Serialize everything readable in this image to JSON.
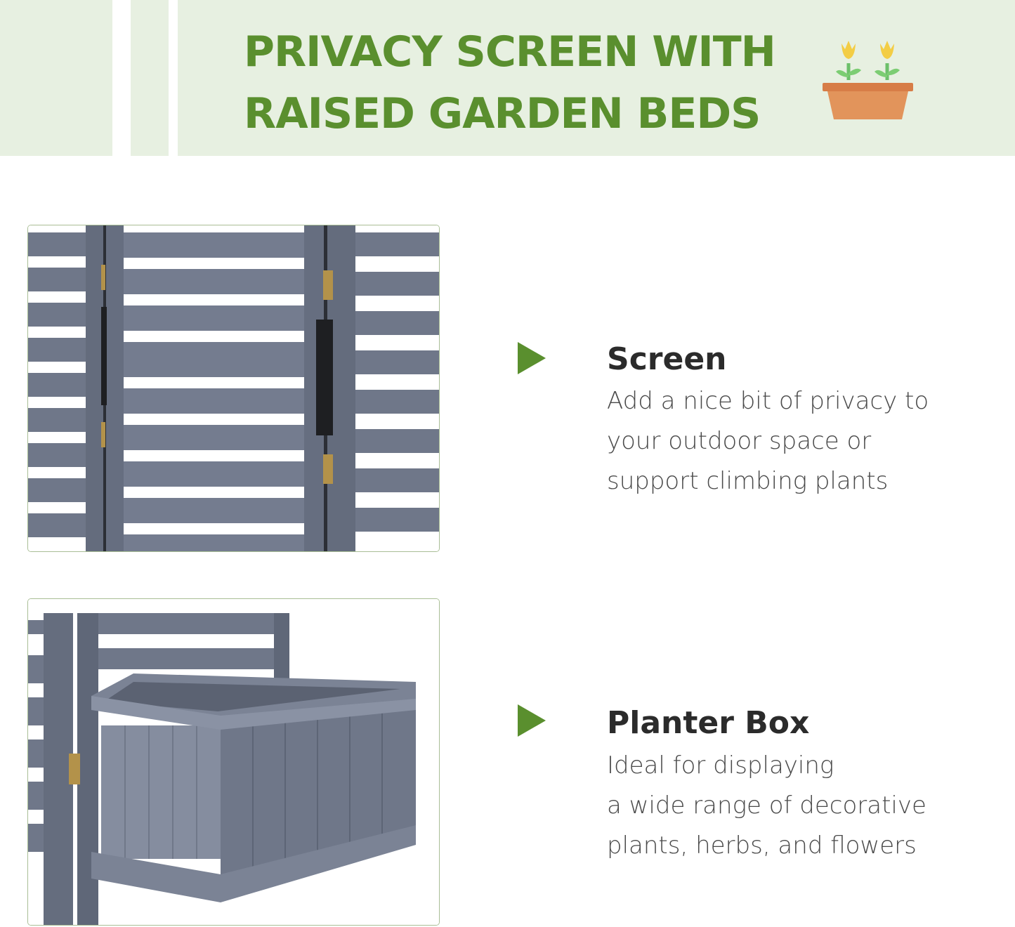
{
  "header": {
    "title_lines": [
      "PRIVACY SCREEN WITH",
      "RAISED GARDEN BEDS"
    ],
    "icon": "flower-pot-icon"
  },
  "features": [
    {
      "title": "Screen",
      "description_lines": [
        "Add a nice bit of privacy to",
        "your outdoor space or",
        "support climbing plants"
      ],
      "image": "privacy-screen-closeup"
    },
    {
      "title": "Planter Box",
      "description_lines": [
        "Ideal for displaying",
        "a wide range of decorative",
        "plants, herbs, and flowers"
      ],
      "image": "planter-box-closeup"
    }
  ],
  "colors": {
    "accent": "#5a8f2e",
    "banner": "#e7f0e1",
    "wood_gray": "#6f7789"
  }
}
